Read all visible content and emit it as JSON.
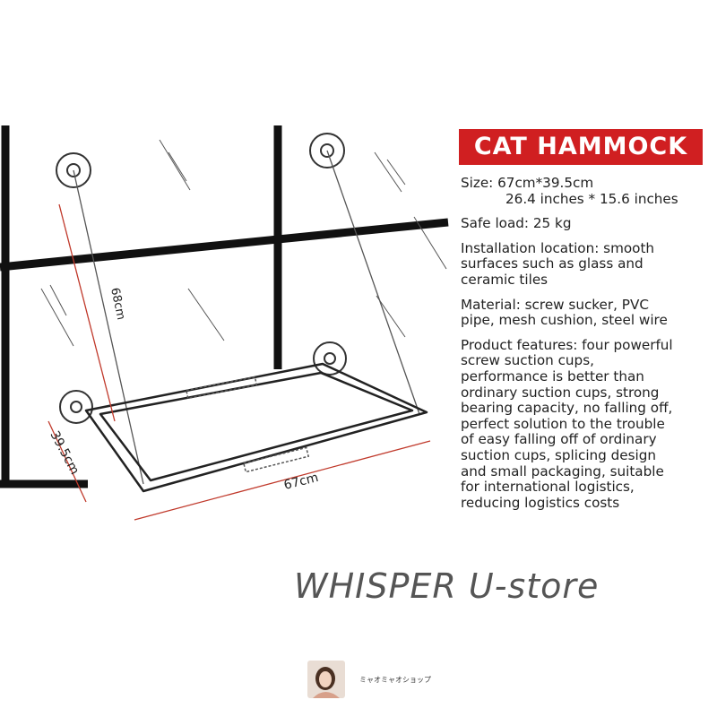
{
  "title": "CAT HAMMOCK",
  "specs": {
    "size_line1": "Size: 67cm*39.5cm",
    "size_line2": "26.4 inches * 15.6 inches",
    "safe_load": "Safe load: 25 kg",
    "installation": [
      "Installation location: smooth",
      "surfaces such as glass and",
      "ceramic tiles"
    ],
    "material": [
      "Material: screw sucker, PVC",
      "pipe, mesh cushion, steel wire"
    ],
    "features": [
      "Product features: four powerful",
      "screw suction cups,",
      "performance is better than",
      "ordinary suction cups, strong",
      "bearing capacity, no falling off,",
      "perfect solution to the trouble",
      "of easy falling off of ordinary",
      "suction cups, splicing design",
      "and small packaging, suitable",
      "for international logistics,",
      "reducing logistics costs"
    ]
  },
  "dimensions": {
    "height": "68cm",
    "width": "67cm",
    "depth": "39.5cm"
  },
  "brand": "WHISPER U-store",
  "shop_name": "ミャオミャオショップ",
  "colors": {
    "banner": "#d01f21",
    "dimension_line": "#c0392b",
    "frame": "#222222"
  }
}
